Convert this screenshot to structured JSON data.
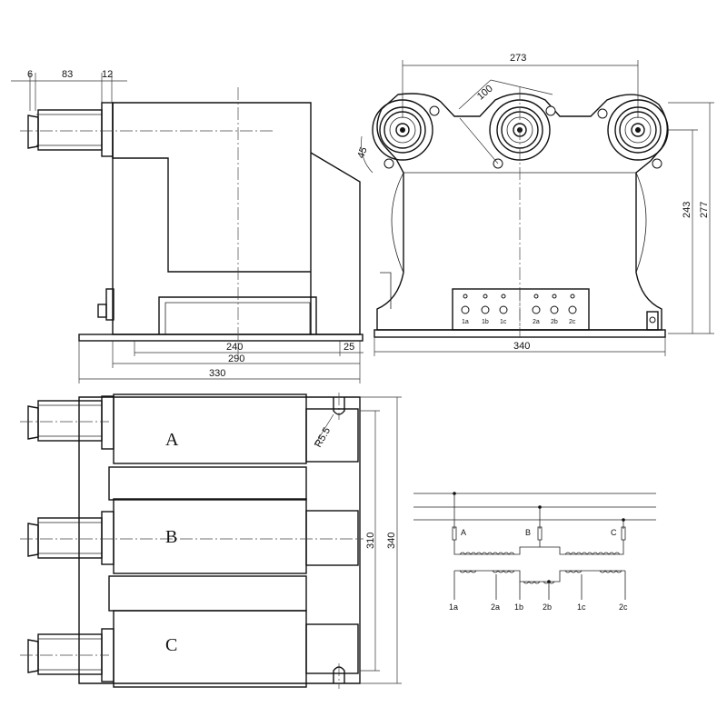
{
  "side_view": {
    "dims": {
      "d6": "6",
      "d83": "83",
      "d12": "12",
      "d240": "240",
      "d290": "290",
      "d330": "330",
      "d25": "25"
    }
  },
  "front_view": {
    "dims": {
      "d273": "273",
      "d100": "100",
      "d45": "45",
      "d243": "243",
      "d277": "277",
      "d340": "340"
    },
    "terminals": [
      "1a",
      "1b",
      "1c",
      "2a",
      "2b",
      "2c"
    ]
  },
  "top_view": {
    "phases": [
      "A",
      "B",
      "C"
    ],
    "dims": {
      "r55": "R5.5",
      "d310": "310",
      "d340": "340"
    }
  },
  "schematic": {
    "phases": [
      "A",
      "B",
      "C"
    ],
    "secondary": [
      "1a",
      "2a",
      "1b",
      "2b",
      "1c",
      "2c"
    ]
  }
}
